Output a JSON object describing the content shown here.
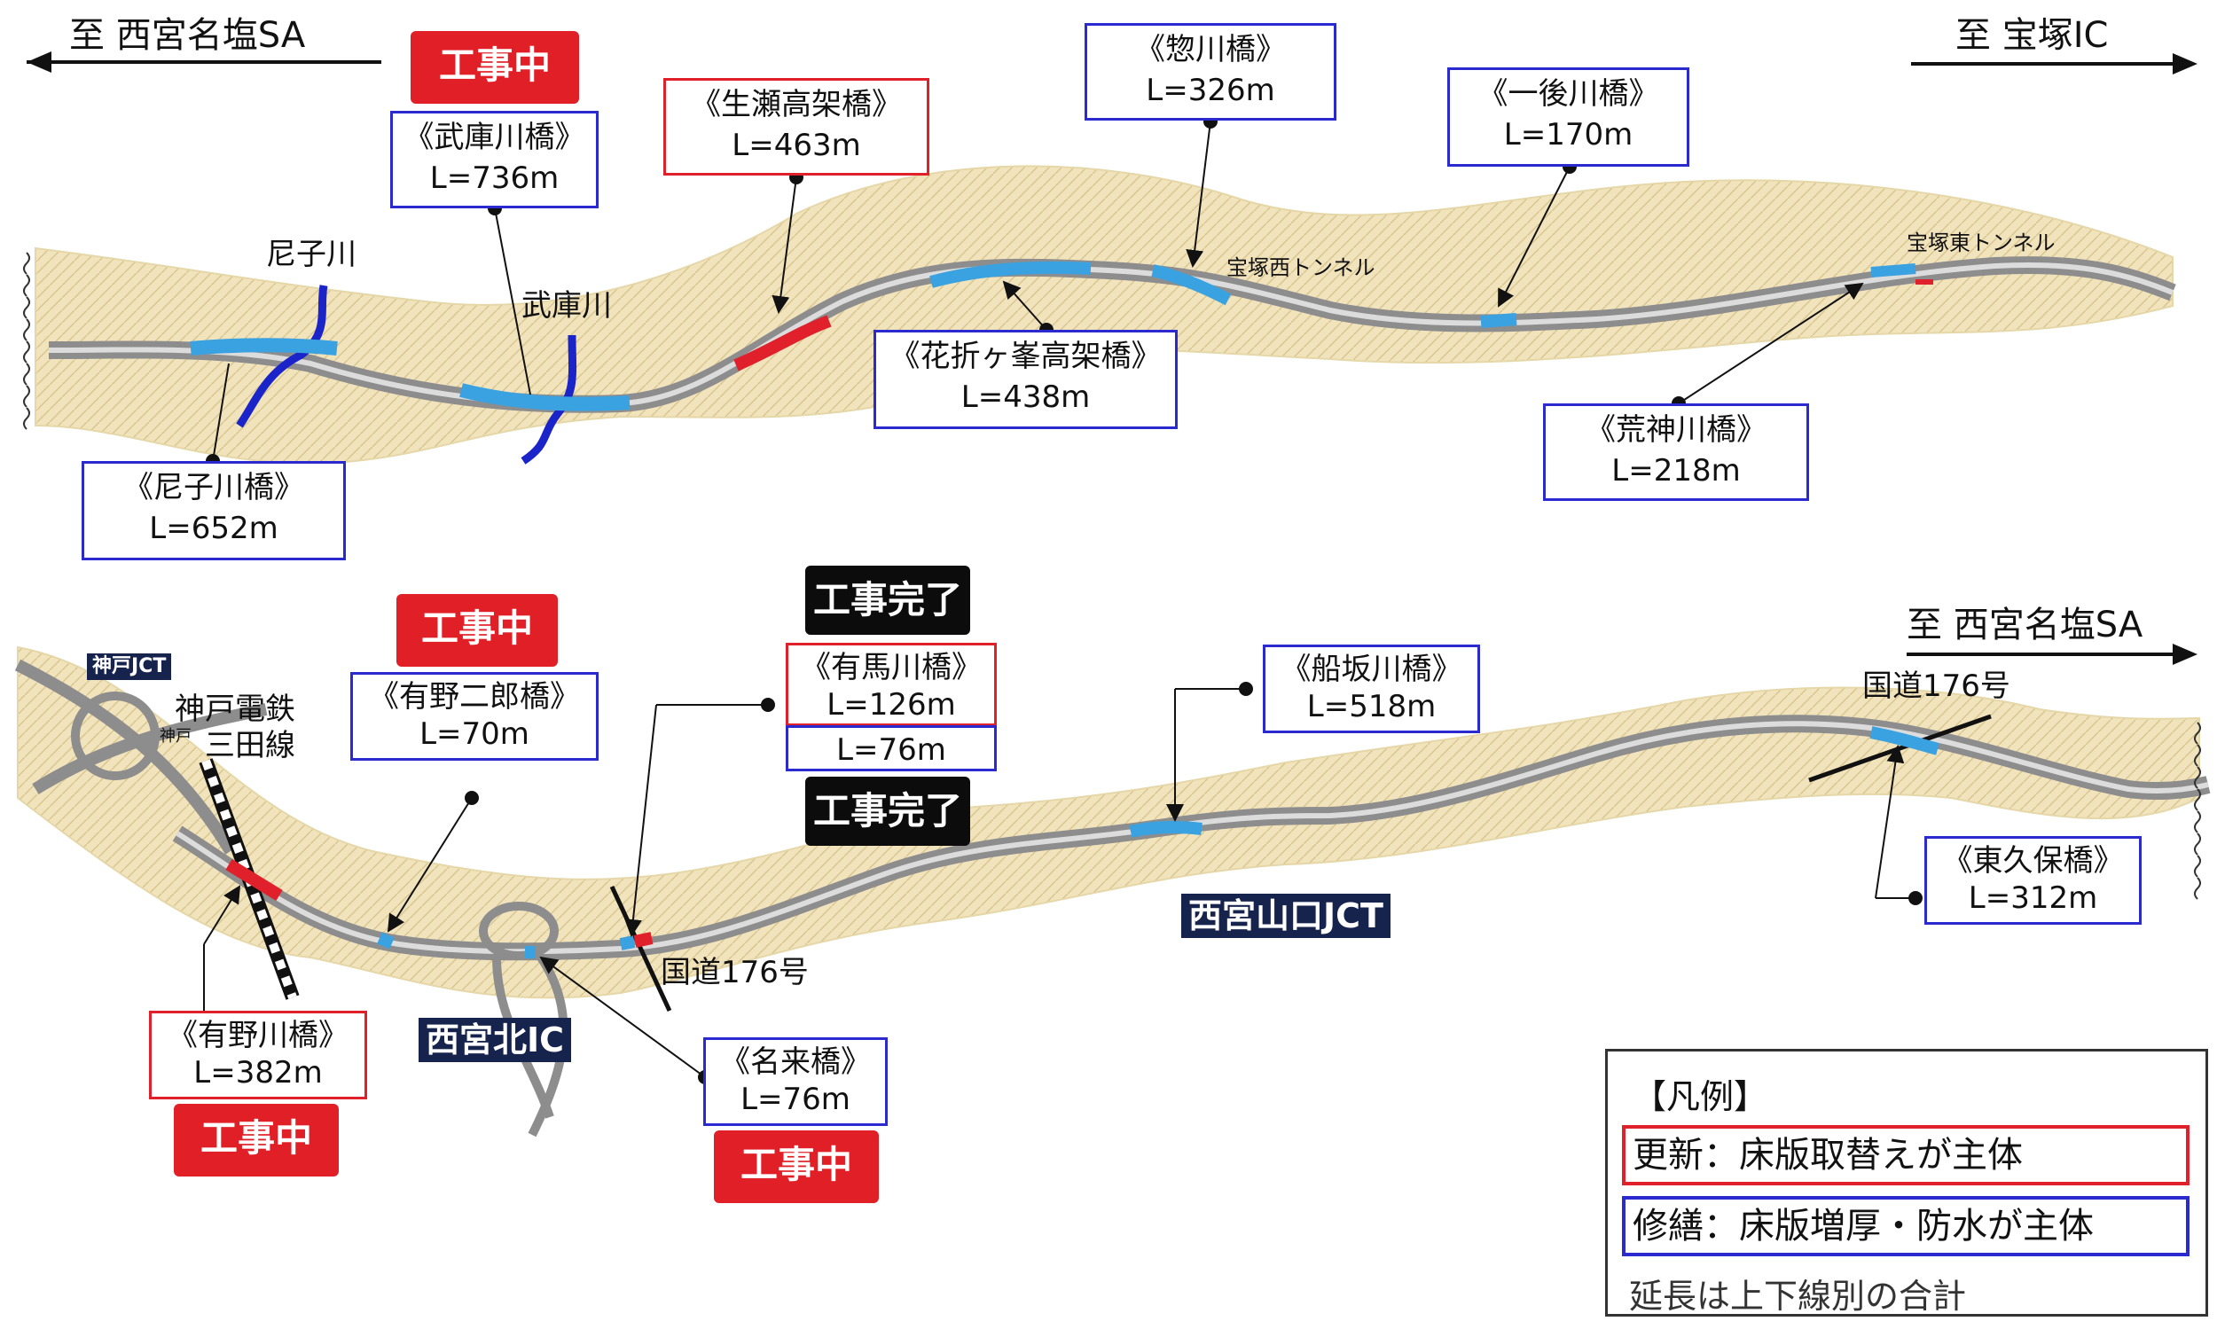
{
  "top_map": {
    "dir_left": "至 西宮名塩SA",
    "dir_right": "至 宝塚IC",
    "rivers": [
      "尼子川",
      "武庫川"
    ],
    "tunnels": [
      "宝塚西トンネル",
      "宝塚東トンネル"
    ],
    "bridges": [
      {
        "name": "《尼子川橋》",
        "length": "L=652m",
        "type": "repair"
      },
      {
        "name": "《武庫川橋》",
        "length": "L=736m",
        "type": "repair",
        "status": "工事中"
      },
      {
        "name": "《生瀬高架橋》",
        "length": "L=463m",
        "type": "renewal"
      },
      {
        "name": "《花折ヶ峯高架橋》",
        "length": "L=438m",
        "type": "repair"
      },
      {
        "name": "《惣川橋》",
        "length": "L=326m",
        "type": "repair"
      },
      {
        "name": "《一後川橋》",
        "length": "L=170m",
        "type": "repair"
      },
      {
        "name": "《荒神川橋》",
        "length": "L=218m",
        "type": "repair"
      }
    ]
  },
  "bottom_map": {
    "dir_right": "至 西宮名塩SA",
    "jct_kobe": "神戸JCT",
    "railway": "神戸電鉄\n三田線",
    "kobe_small": "神戸",
    "route176_a": "国道176号",
    "route176_b": "国道176号",
    "ic_nishinomiya_kita": "西宮北IC",
    "jct_nishinomiya_yamaguchi": "西宮山口JCT",
    "bridges": [
      {
        "name": "《有野川橋》",
        "length": "L=382m",
        "type": "renewal",
        "status": "工事中"
      },
      {
        "name": "《有野二郎橋》",
        "length": "L=70m",
        "type": "repair",
        "status": "工事中"
      },
      {
        "name": "《有馬川橋》",
        "length_renewal": "L=126m",
        "length_repair": "L=76m",
        "type": "both",
        "status_top": "工事完了",
        "status_bottom": "工事完了"
      },
      {
        "name": "《名来橋》",
        "length": "L=76m",
        "type": "repair",
        "status": "工事中"
      },
      {
        "name": "《船坂川橋》",
        "length": "L=518m",
        "type": "repair"
      },
      {
        "name": "《東久保橋》",
        "length": "L=312m",
        "type": "repair"
      }
    ]
  },
  "legend": {
    "title": "【凡例】",
    "renewal": "更新：床版取替えが主体",
    "repair": "修繕：床版増厚・防水が主体",
    "note": "延長は上下線別の合計"
  },
  "colors": {
    "renewal": "#e0202a",
    "repair": "#2a2ad0",
    "segment_blue": "#3aa2e0",
    "river": "#1a24c8",
    "terrain": "#efe0b4",
    "road": "#8d8d8d"
  }
}
